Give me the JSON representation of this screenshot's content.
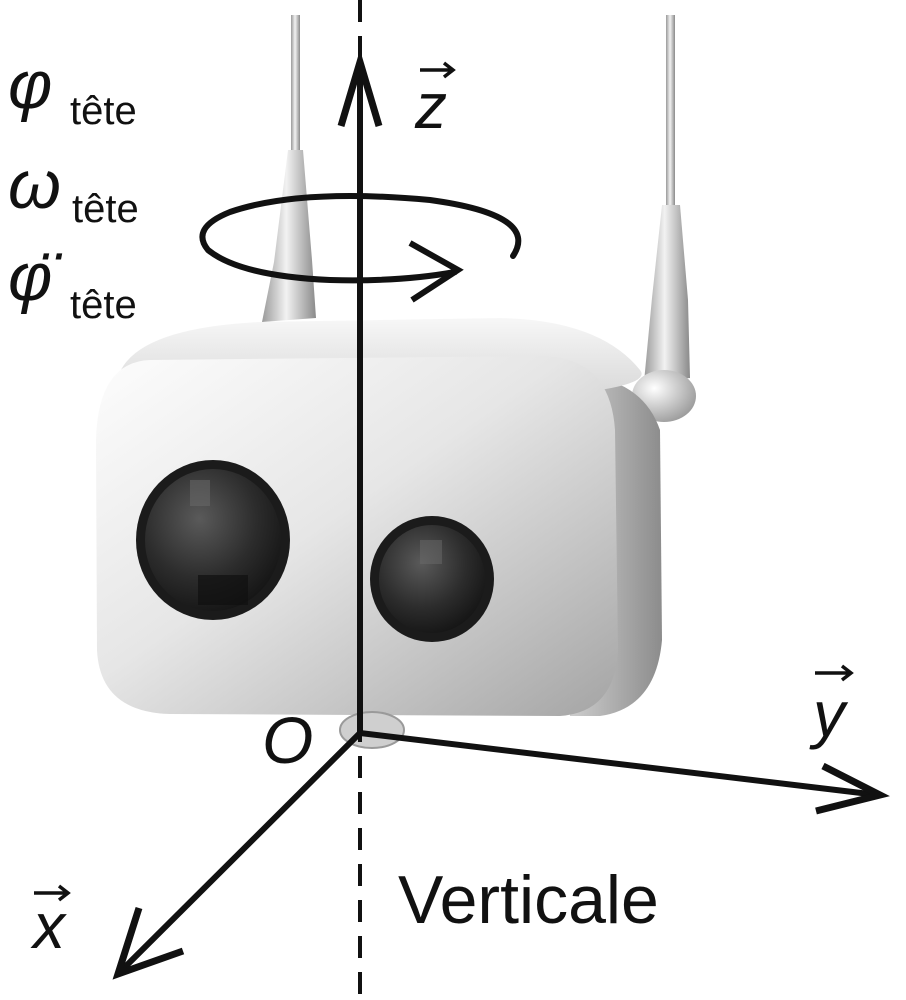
{
  "figure": {
    "kind": "robot-head-coordinate-diagram",
    "colors": {
      "axis": "#111111",
      "body_light": "#f1f1f1",
      "body_shadow": "#a9a9a9",
      "lens": "#2a2a2a",
      "background": "#ffffff"
    }
  },
  "labels": {
    "phi": {
      "symbol": "φ",
      "subscript": "tête"
    },
    "omega": {
      "symbol": "ω",
      "subscript": "tête"
    },
    "phi_ddot": {
      "symbol": "φ̈",
      "subscript": "tête"
    },
    "z_axis": "z",
    "y_axis": "y",
    "x_axis": "x",
    "origin": "O",
    "vertical": "Verticale"
  }
}
